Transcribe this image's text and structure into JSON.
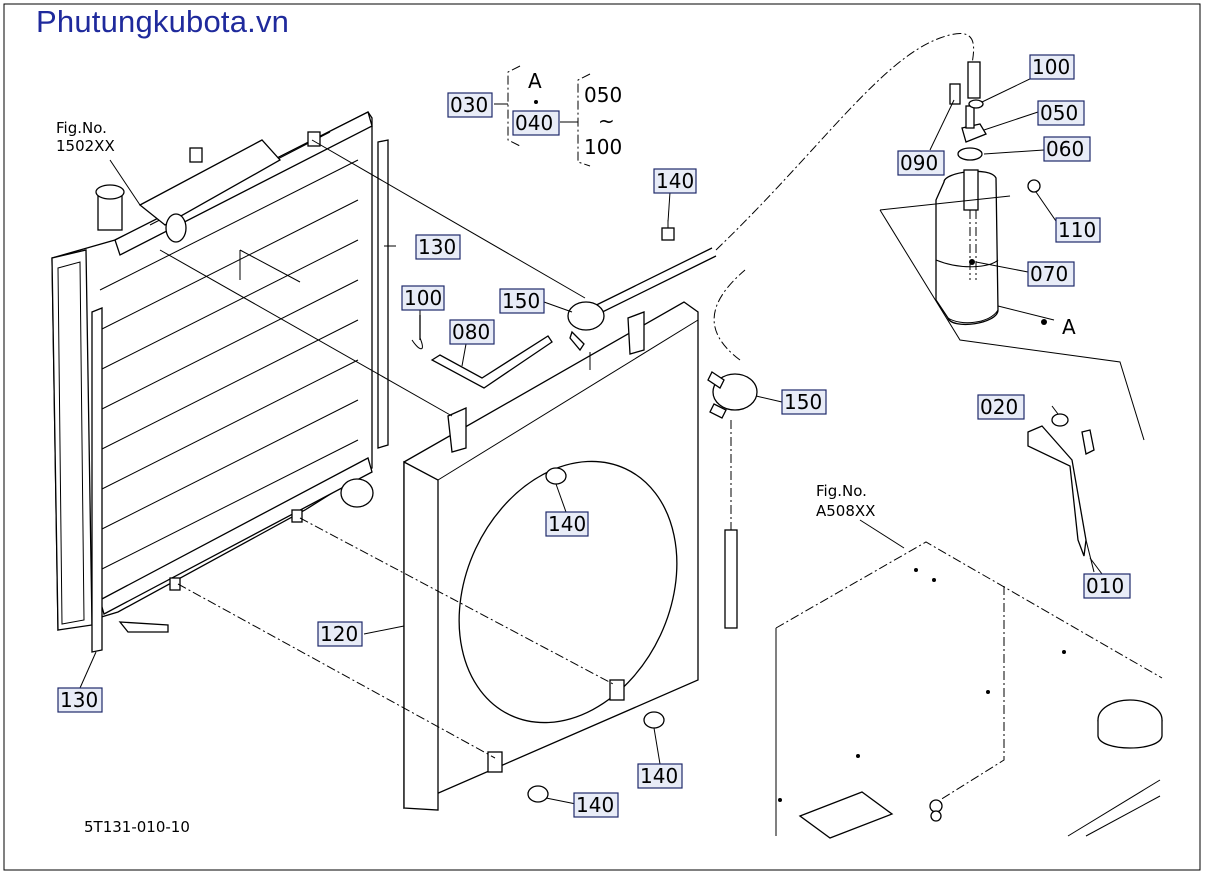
{
  "site_title": "Phutungkubota.vn",
  "drawing_code": "5T131-010-10",
  "fig_refs": [
    {
      "line1": "Fig.No.",
      "line2": "1502XX"
    },
    {
      "line1": "Fig.No.",
      "line2": "A508XX"
    }
  ],
  "group": {
    "left": "030",
    "marker": "A",
    "middle": "040",
    "range_from": "050",
    "range_sep": "~",
    "range_to": "100"
  },
  "callout_A": "A",
  "part_labels": [
    "100",
    "050",
    "060",
    "090",
    "110",
    "070",
    "140",
    "130",
    "100",
    "150",
    "080",
    "150",
    "020",
    "140",
    "010",
    "120",
    "130",
    "140",
    "140"
  ]
}
